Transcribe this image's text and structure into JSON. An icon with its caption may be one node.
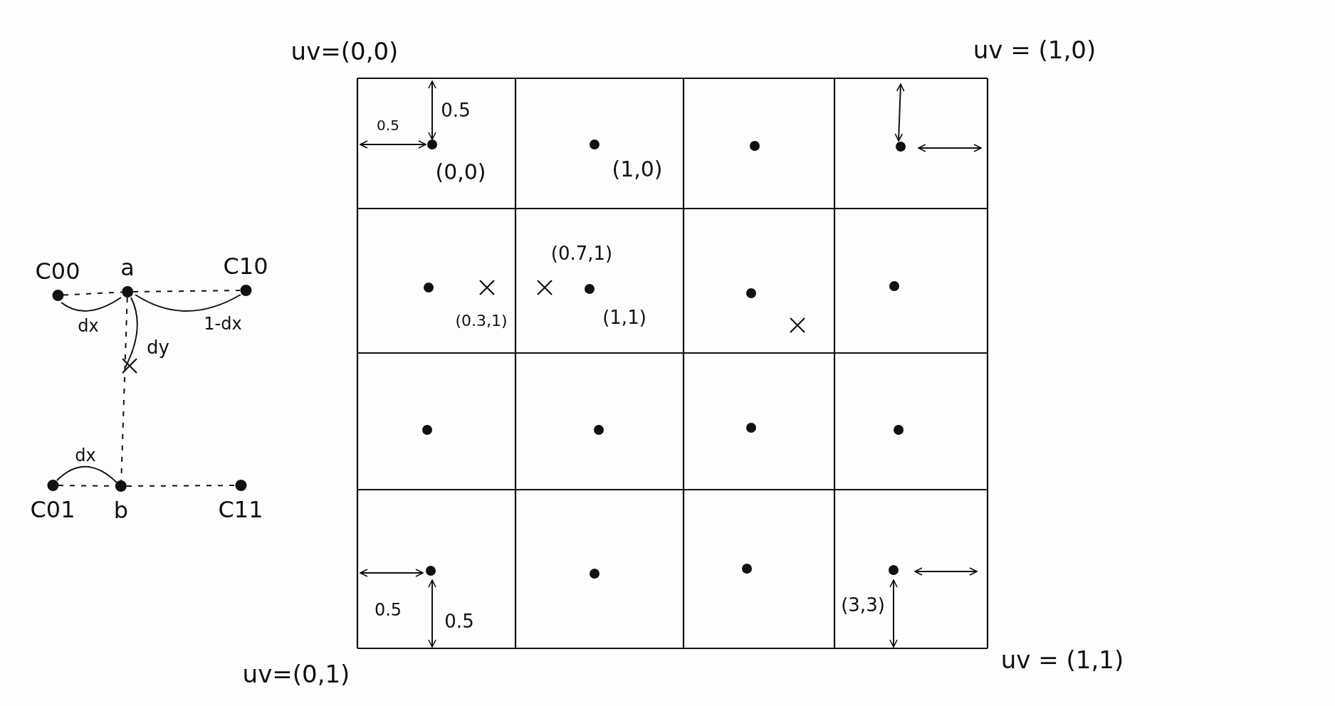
{
  "diagram": {
    "nodes": [
      {
        "text": [
          "C00"
        ]
      },
      {
        "text": [
          "a"
        ]
      },
      {
        "text": [
          "C10"
        ]
      },
      {
        "text": [
          "C01"
        ]
      },
      {
        "text": [
          "b"
        ]
      },
      {
        "text": [
          "C11"
        ]
      }
    ],
    "edges": [
      {
        "from": 0,
        "to": 1,
        "arrow": "none",
        "style": "dashed"
      },
      {
        "from": 1,
        "to": 2,
        "arrow": "none",
        "style": "dashed"
      },
      {
        "from": 1,
        "to": 4,
        "arrow": "none",
        "style": "dashed"
      },
      {
        "from": 3,
        "to": 4,
        "arrow": "none",
        "style": "dashed"
      },
      {
        "from": 4,
        "to": 5,
        "arrow": "none",
        "style": "dashed"
      }
    ],
    "labels": [
      "uv=(0,0)",
      "uv = (1,0)",
      "0.5",
      "0.5",
      "(0,0)",
      "(1,0)",
      "dx",
      "1-dx",
      "(0.7,1)",
      "dy",
      "(0.3,1)",
      "(1,1)",
      "dx",
      "0.5",
      "0.5",
      "(3,3)",
      "uv=(0,1)",
      "uv = (1,1)"
    ]
  }
}
